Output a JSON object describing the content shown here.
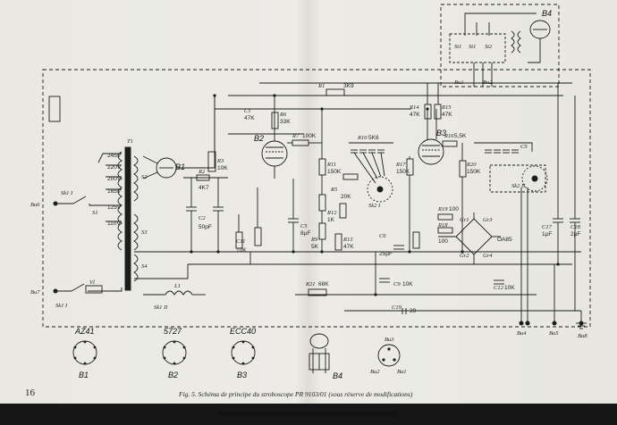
{
  "page": {
    "number": "16",
    "caption": "Fig. 5. Schéma de principe du stroboscope PR 9103/01 (sous réserve de modifications)"
  },
  "labels": {
    "r1": "R1",
    "r1v": "3K9",
    "r2": "R2",
    "r2v": "4K7",
    "r3": "R3",
    "r3v": "10K",
    "r6": "R6",
    "r6v": "33K",
    "r7": "R7",
    "r7v": "100K",
    "r9": "R9",
    "r9v": "5K",
    "r10": "R10",
    "r10v": "5K6",
    "r11": "R11",
    "r11v": "150K",
    "r12": "R12",
    "r12v": "1K",
    "r13": "R13",
    "r13v": "47K",
    "r14": "R14",
    "r14v": "47K",
    "r15": "R15",
    "r15v": "47K",
    "r16": "R16",
    "r16v": "5,5K",
    "r17": "R17",
    "r17v": "150K",
    "r18": "R18",
    "r18v": "100",
    "r19": "R19",
    "r19v": "100",
    "r20": "R20",
    "r20v": "150K",
    "r21": "R21",
    "r21v": "68K",
    "r5": "R5",
    "r5v": "20K",
    "c1": "C1",
    "c1v": "47K",
    "c2": "C2",
    "c2v": "50pF",
    "c5": "C5",
    "c5v": "8µF",
    "c6": "C6",
    "c6v": "25µF",
    "c9": "C9",
    "c9v": "10K",
    "c11": "C11",
    "c11v": "10K",
    "c12": "C12",
    "c12v": "10K",
    "c19": "C19",
    "c19v": "39",
    "c17": "C17",
    "c17v": "1µF",
    "c18": "C18",
    "c18v": "2µF",
    "volts": [
      "245V",
      "220V",
      "200V",
      "165V",
      "125V",
      "110V"
    ],
    "t1": "T1",
    "s1": "S1",
    "s2": "S2",
    "s3": "S3",
    "s4": "S4",
    "sk1": "Sk1 I",
    "sk1b": "Sk1 I",
    "sk1c": "Sk1 II",
    "sk2": "Sk2 I",
    "sk2b": "Sk2 II",
    "cs": "CS",
    "vl": "Vl",
    "bu": [
      "Bu6",
      "Bu7",
      "Bu4",
      "Bu3",
      "Bu5",
      "Bu8"
    ],
    "bu1": "Bu1",
    "bu2": "Bu2",
    "st": [
      "St1",
      "St1",
      "St2"
    ],
    "gr": [
      "Gr1",
      "Gr2",
      "Gr3",
      "Gr4"
    ],
    "oa85": "OA85",
    "b1": "B1",
    "b2": "B2",
    "b3": "B3",
    "b4": "B4",
    "l1": "L1"
  },
  "legend": {
    "az41": "AZ41",
    "az41_ref": "B1",
    "s727": "5727",
    "s727_ref": "B2",
    "ecc40": "ECC40",
    "ecc40_ref": "B3",
    "b4_ref": "B4",
    "bu3": "Bu3",
    "bu2": "Bu2",
    "bu1": "Bu1"
  }
}
